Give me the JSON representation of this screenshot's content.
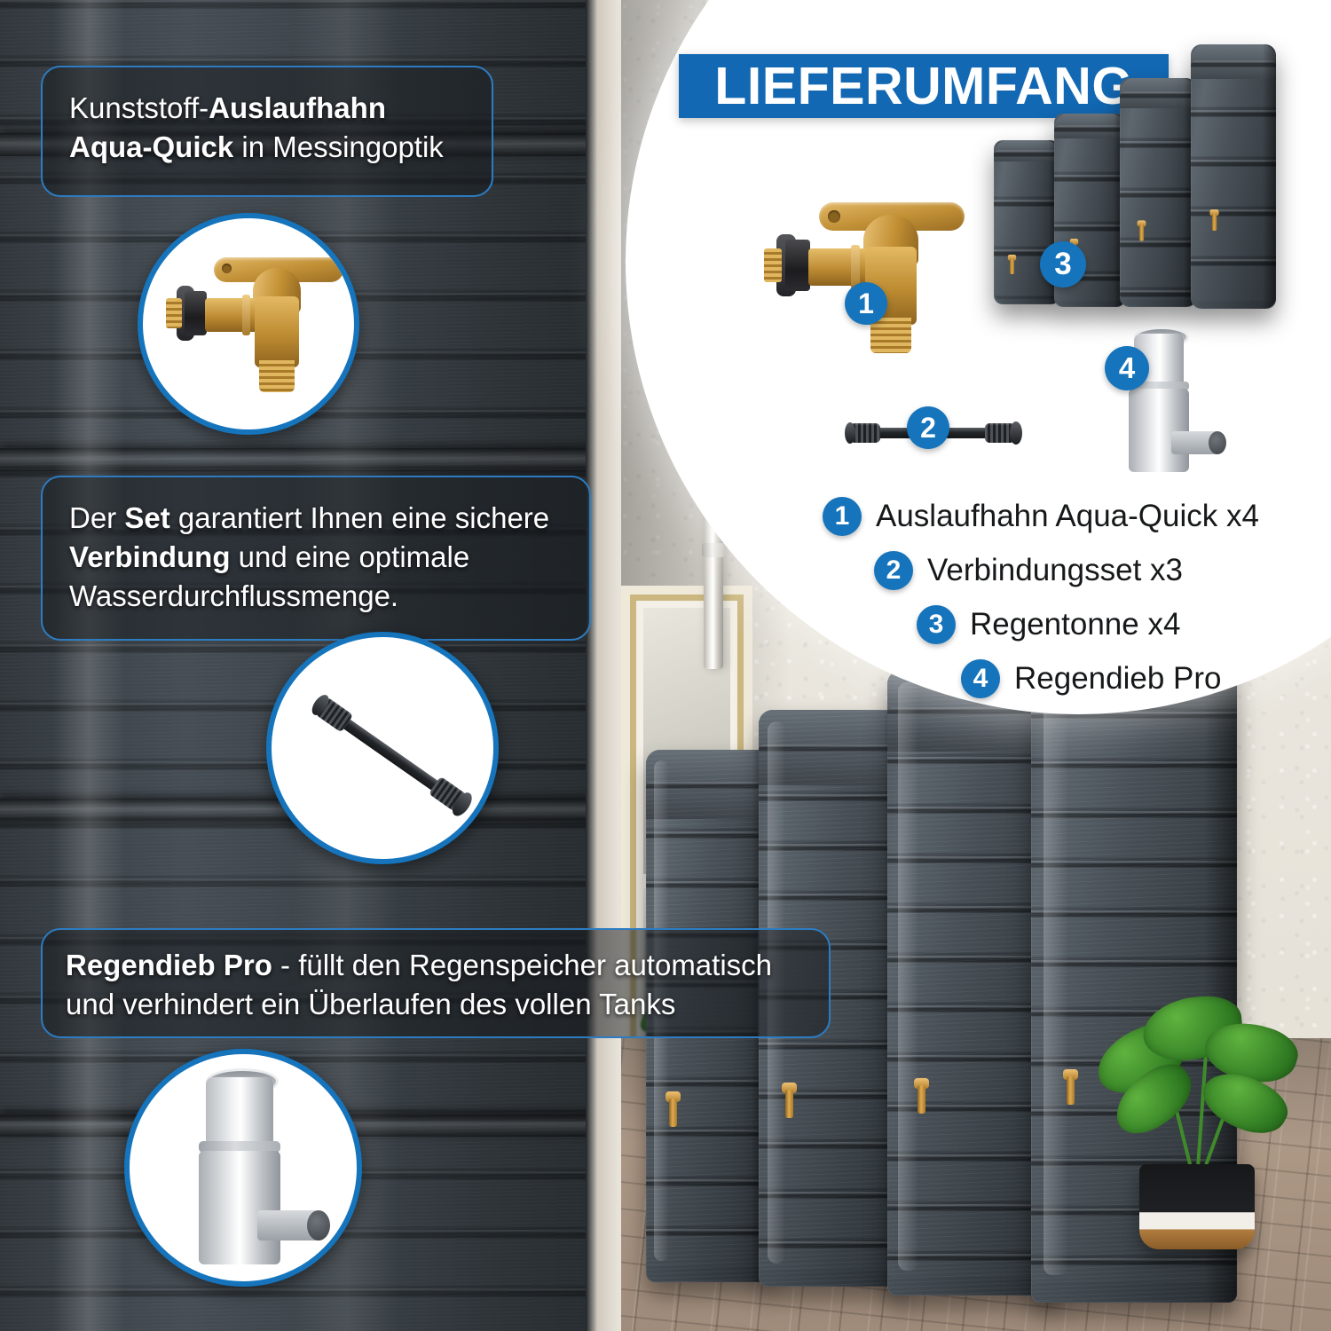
{
  "header": {
    "banner_title": "LIEFERUMFANG",
    "banner_color": "#1268b3"
  },
  "theme": {
    "accent_blue": "#1574bc",
    "badge_blue": "#1574bc",
    "callout_border": "#2d7cc2",
    "text_white": "#ffffff",
    "legend_text": "#16181a",
    "tank_dark": "#414950",
    "brass": "#c79238",
    "filter_gray": "#cdd1d5"
  },
  "callouts": [
    {
      "id": "callout-faucet",
      "lines": [
        [
          {
            "t": "Kunststoff-",
            "b": false
          },
          {
            "t": "Auslaufhahn",
            "b": true
          }
        ],
        [
          {
            "t": "Aqua-Quick",
            "b": true
          },
          {
            "t": " in Messingoptik",
            "b": false
          }
        ]
      ],
      "inset_icon": "brass-faucet-icon"
    },
    {
      "id": "callout-connection",
      "lines": [
        [
          {
            "t": "Der ",
            "b": false
          },
          {
            "t": "Set",
            "b": true
          },
          {
            "t": " garantiert Ihnen eine sichere",
            "b": false
          }
        ],
        [
          {
            "t": "Verbindung",
            "b": true
          },
          {
            "t": " und eine optimale",
            "b": false
          }
        ],
        [
          {
            "t": "Wasserdurchflussmenge.",
            "b": false
          }
        ]
      ],
      "inset_icon": "connection-hose-icon"
    },
    {
      "id": "callout-rainthief",
      "lines": [
        [
          {
            "t": "Regendieb Pro",
            "b": true
          },
          {
            "t": " - füllt den Regenspeicher automatisch",
            "b": false
          }
        ],
        [
          {
            "t": "und verhindert ein Überlaufen des vollen Tanks",
            "b": false
          }
        ]
      ],
      "inset_icon": "rain-filter-icon"
    }
  ],
  "badges": [
    {
      "num": "1",
      "for": "brass-faucet"
    },
    {
      "num": "2",
      "for": "connection-hose"
    },
    {
      "num": "3",
      "for": "rain-barrels"
    },
    {
      "num": "4",
      "for": "rain-filter"
    }
  ],
  "legend": {
    "items": [
      {
        "num": "1",
        "label": "Auslaufhahn Aqua-Quick x4"
      },
      {
        "num": "2",
        "label": "Verbindungsset x3"
      },
      {
        "num": "3",
        "label": "Regentonne x4"
      },
      {
        "num": "4",
        "label": "Regendieb Pro"
      }
    ]
  },
  "scene": {
    "barrel_count": 4,
    "barrel_label": "Regentonne",
    "plant_label": "monstera-plant",
    "wall_label": "house-wall",
    "pavers_label": "paver-patio"
  }
}
